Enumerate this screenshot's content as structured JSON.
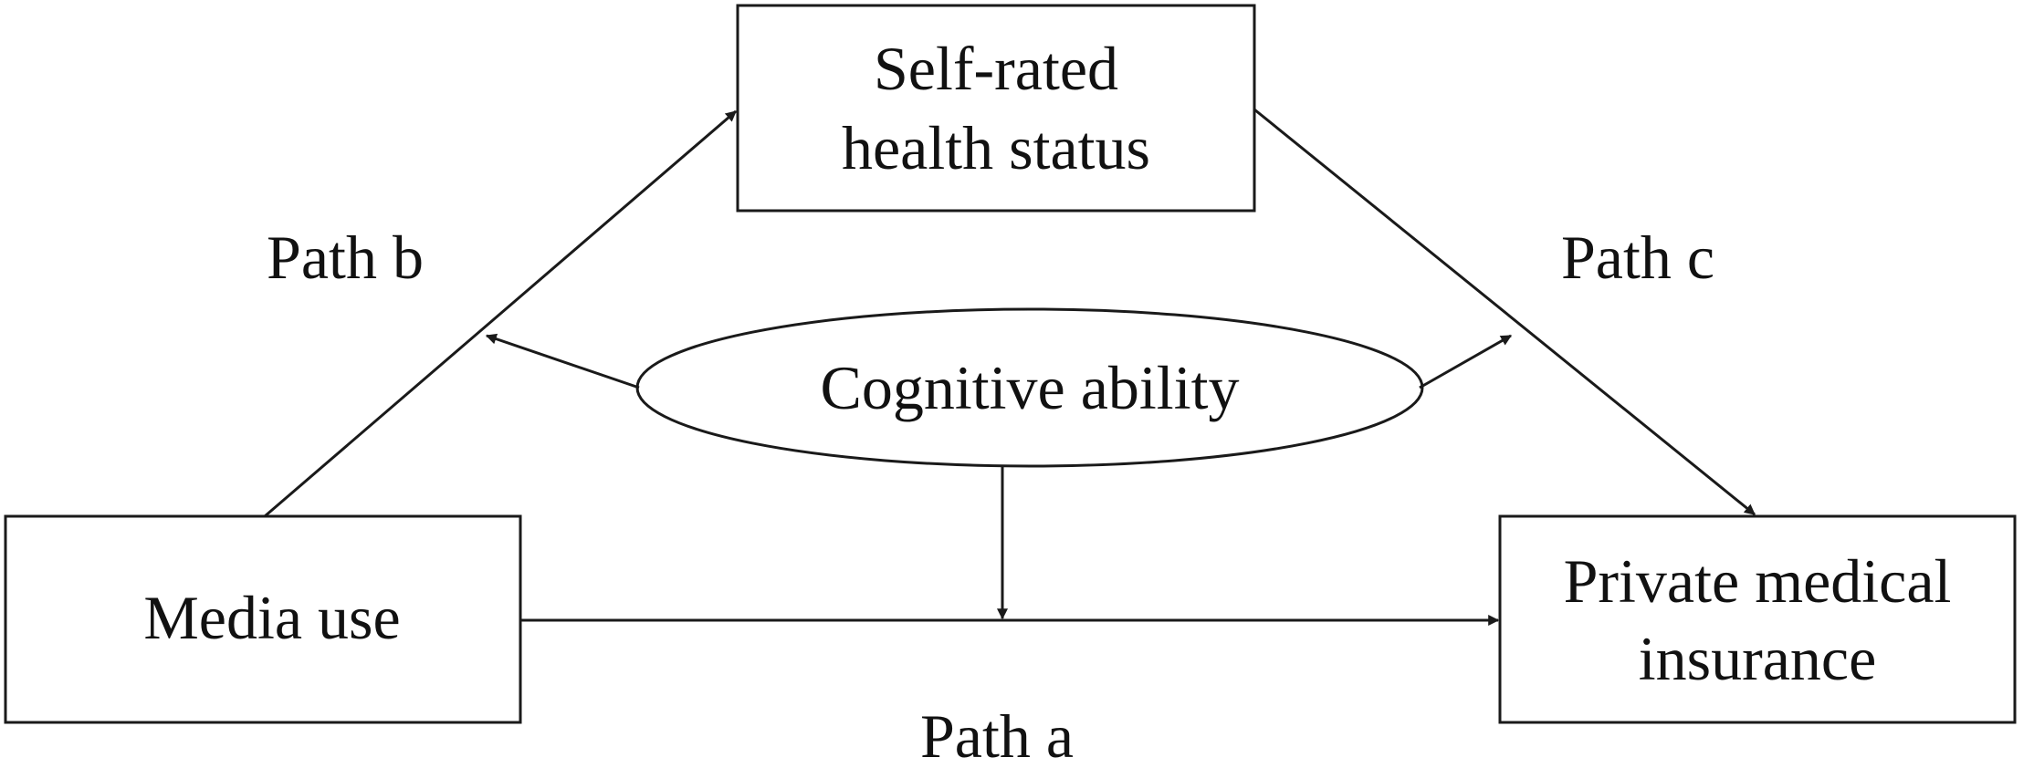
{
  "nodes": {
    "self_rated": {
      "line1": "Self-rated",
      "line2": "health status"
    },
    "cognitive": {
      "label": "Cognitive ability"
    },
    "media": {
      "label": "Media use"
    },
    "insurance": {
      "line1": "Private medical",
      "line2": "insurance"
    }
  },
  "paths": {
    "a": "Path a",
    "b": "Path b",
    "c": "Path c"
  },
  "colors": {
    "stroke": "#1a1a1a",
    "text": "#111111",
    "background": "#ffffff"
  }
}
